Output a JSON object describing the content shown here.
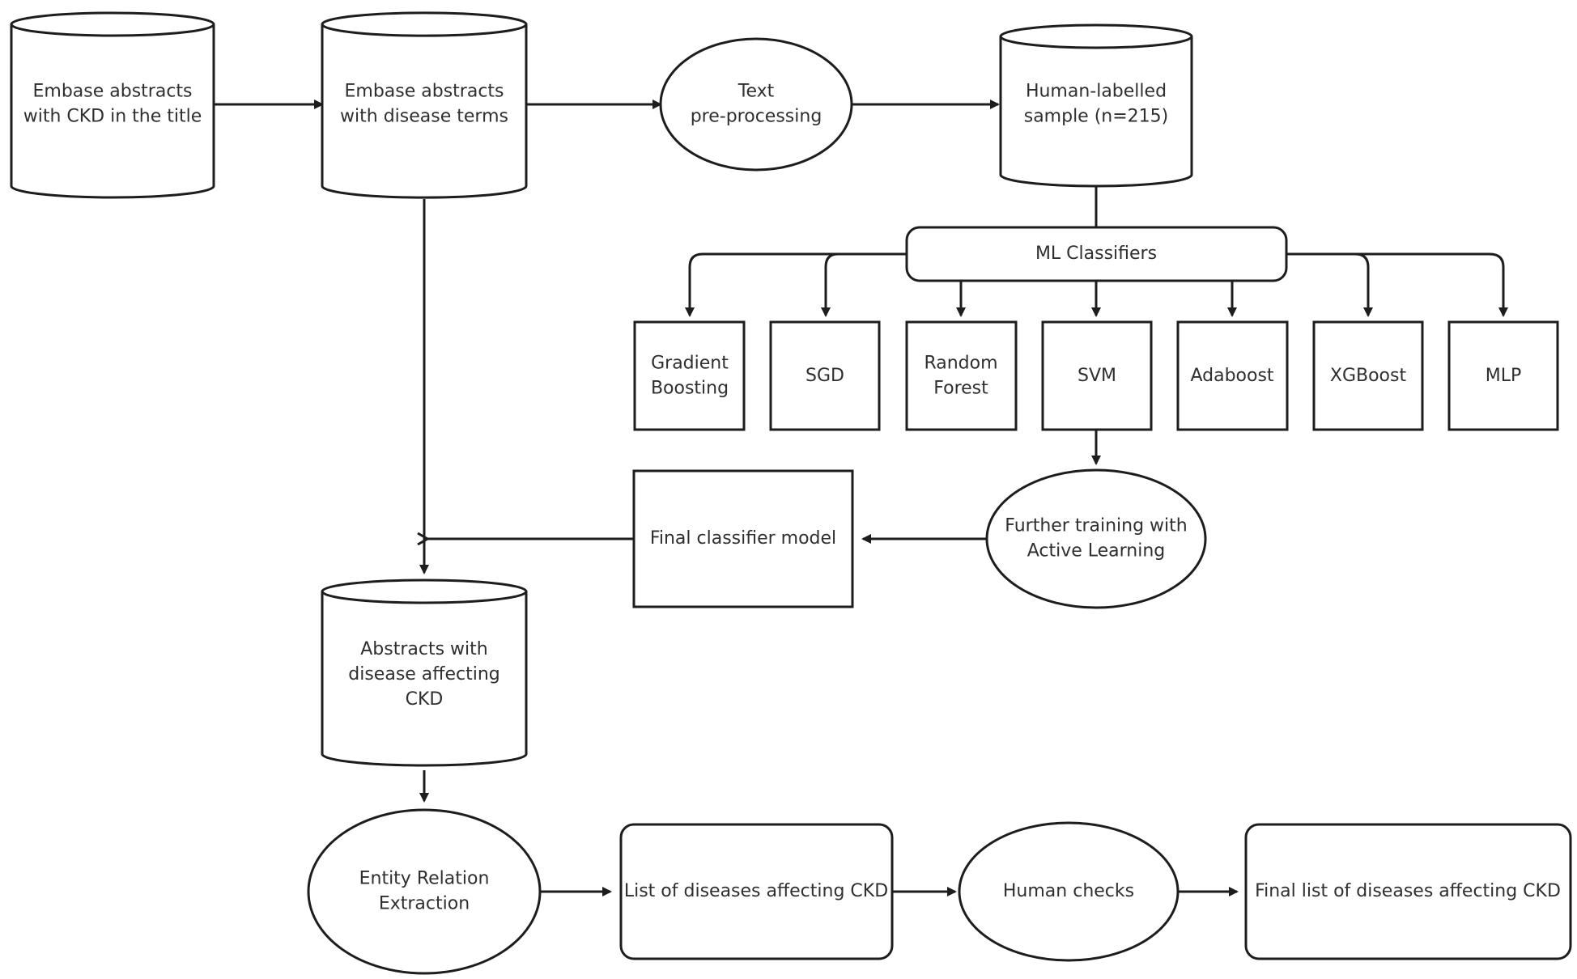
{
  "nodes": {
    "embase_ckd_title": "Embase abstracts\nwith CKD in the title",
    "embase_disease_terms": "Embase abstracts\nwith disease terms",
    "text_preprocessing": "Text\npre-processing",
    "human_labelled_sample": "Human-labelled\nsample (n=215)",
    "ml_classifiers": "ML Classifiers",
    "gradient_boosting": "Gradient\nBoosting",
    "sgd": "SGD",
    "random_forest": "Random\nForest",
    "svm": "SVM",
    "adaboost": "Adaboost",
    "xgboost": "XGBoost",
    "mlp": "MLP",
    "active_learning": "Further training with\nActive Learning",
    "final_classifier_model": "Final classifier model",
    "abstracts_disease_ckd": "Abstracts with\ndisease affecting\nCKD",
    "entity_relation_extraction": "Entity Relation\nExtraction",
    "list_diseases_ckd": "List of diseases affecting CKD",
    "human_checks": "Human checks",
    "final_list_diseases_ckd": "Final list of diseases affecting CKD"
  }
}
